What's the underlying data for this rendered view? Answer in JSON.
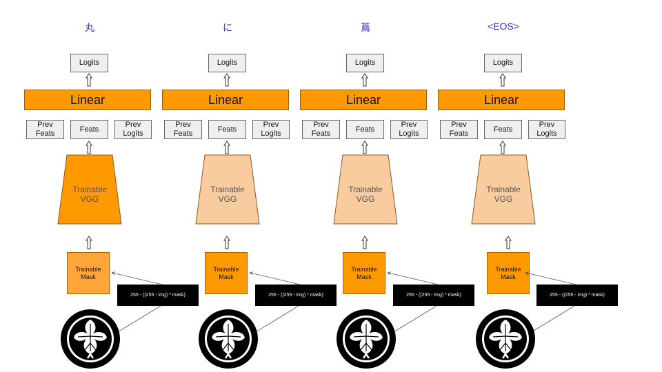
{
  "columns": [
    {
      "token": "丸",
      "vgg_color": "#ff9900",
      "mask_color": "#ffa63a"
    },
    {
      "token": "に",
      "vgg_color": "#f8cc9f",
      "mask_color": "#ff9900"
    },
    {
      "token": "蔦",
      "vgg_color": "#f8cc9f",
      "mask_color": "#ff9900"
    },
    {
      "token": "<EOS>",
      "vgg_color": "#f8cc9f",
      "mask_color": "#ff9900"
    }
  ],
  "labels": {
    "logits": "Logits",
    "linear": "Linear",
    "prev_feats": "Prev\nFeats",
    "feats": "Feats",
    "prev_logits": "Prev\nLogits",
    "vgg": "Trainable\nVGG",
    "mask": "Trainable\nMask",
    "formula": "255 - ((255 - img) * mask)"
  },
  "icons": {
    "up_arrow": "hollow-up-arrow-icon",
    "crest": "ivy-crest-icon"
  }
}
